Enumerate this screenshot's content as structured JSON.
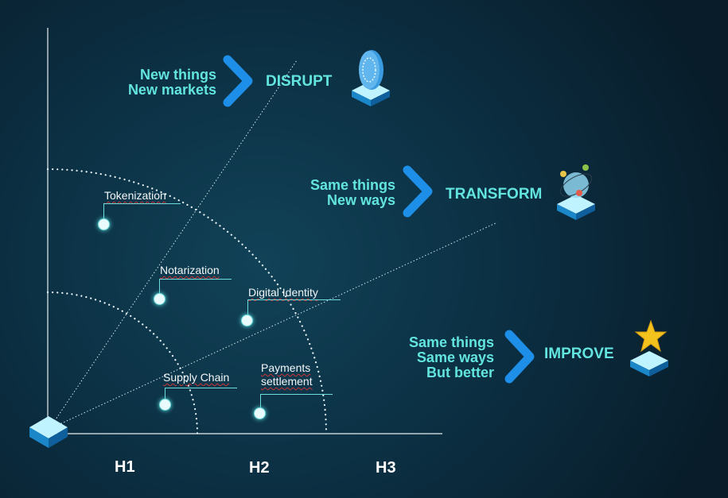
{
  "horizons": [
    "H1",
    "H2",
    "H3"
  ],
  "items": [
    "Tokenization",
    "Notarization",
    "Digital Identity",
    "Supply Chain",
    "Payments settlement"
  ],
  "strategies": [
    {
      "phrase_lines": [
        "New things",
        "New markets"
      ],
      "action": "DISRUPT",
      "icon": "poker-chip-icon"
    },
    {
      "phrase_lines": [
        "Same things",
        "New ways"
      ],
      "action": "TRANSFORM",
      "icon": "atom-globe-icon"
    },
    {
      "phrase_lines": [
        "Same things",
        "Same ways",
        "But better"
      ],
      "action": "IMPROVE",
      "icon": "star-icon"
    }
  ],
  "colors": {
    "accent": "#63e5df",
    "chevron": "#1e8fe8",
    "background": "#0c3145"
  }
}
